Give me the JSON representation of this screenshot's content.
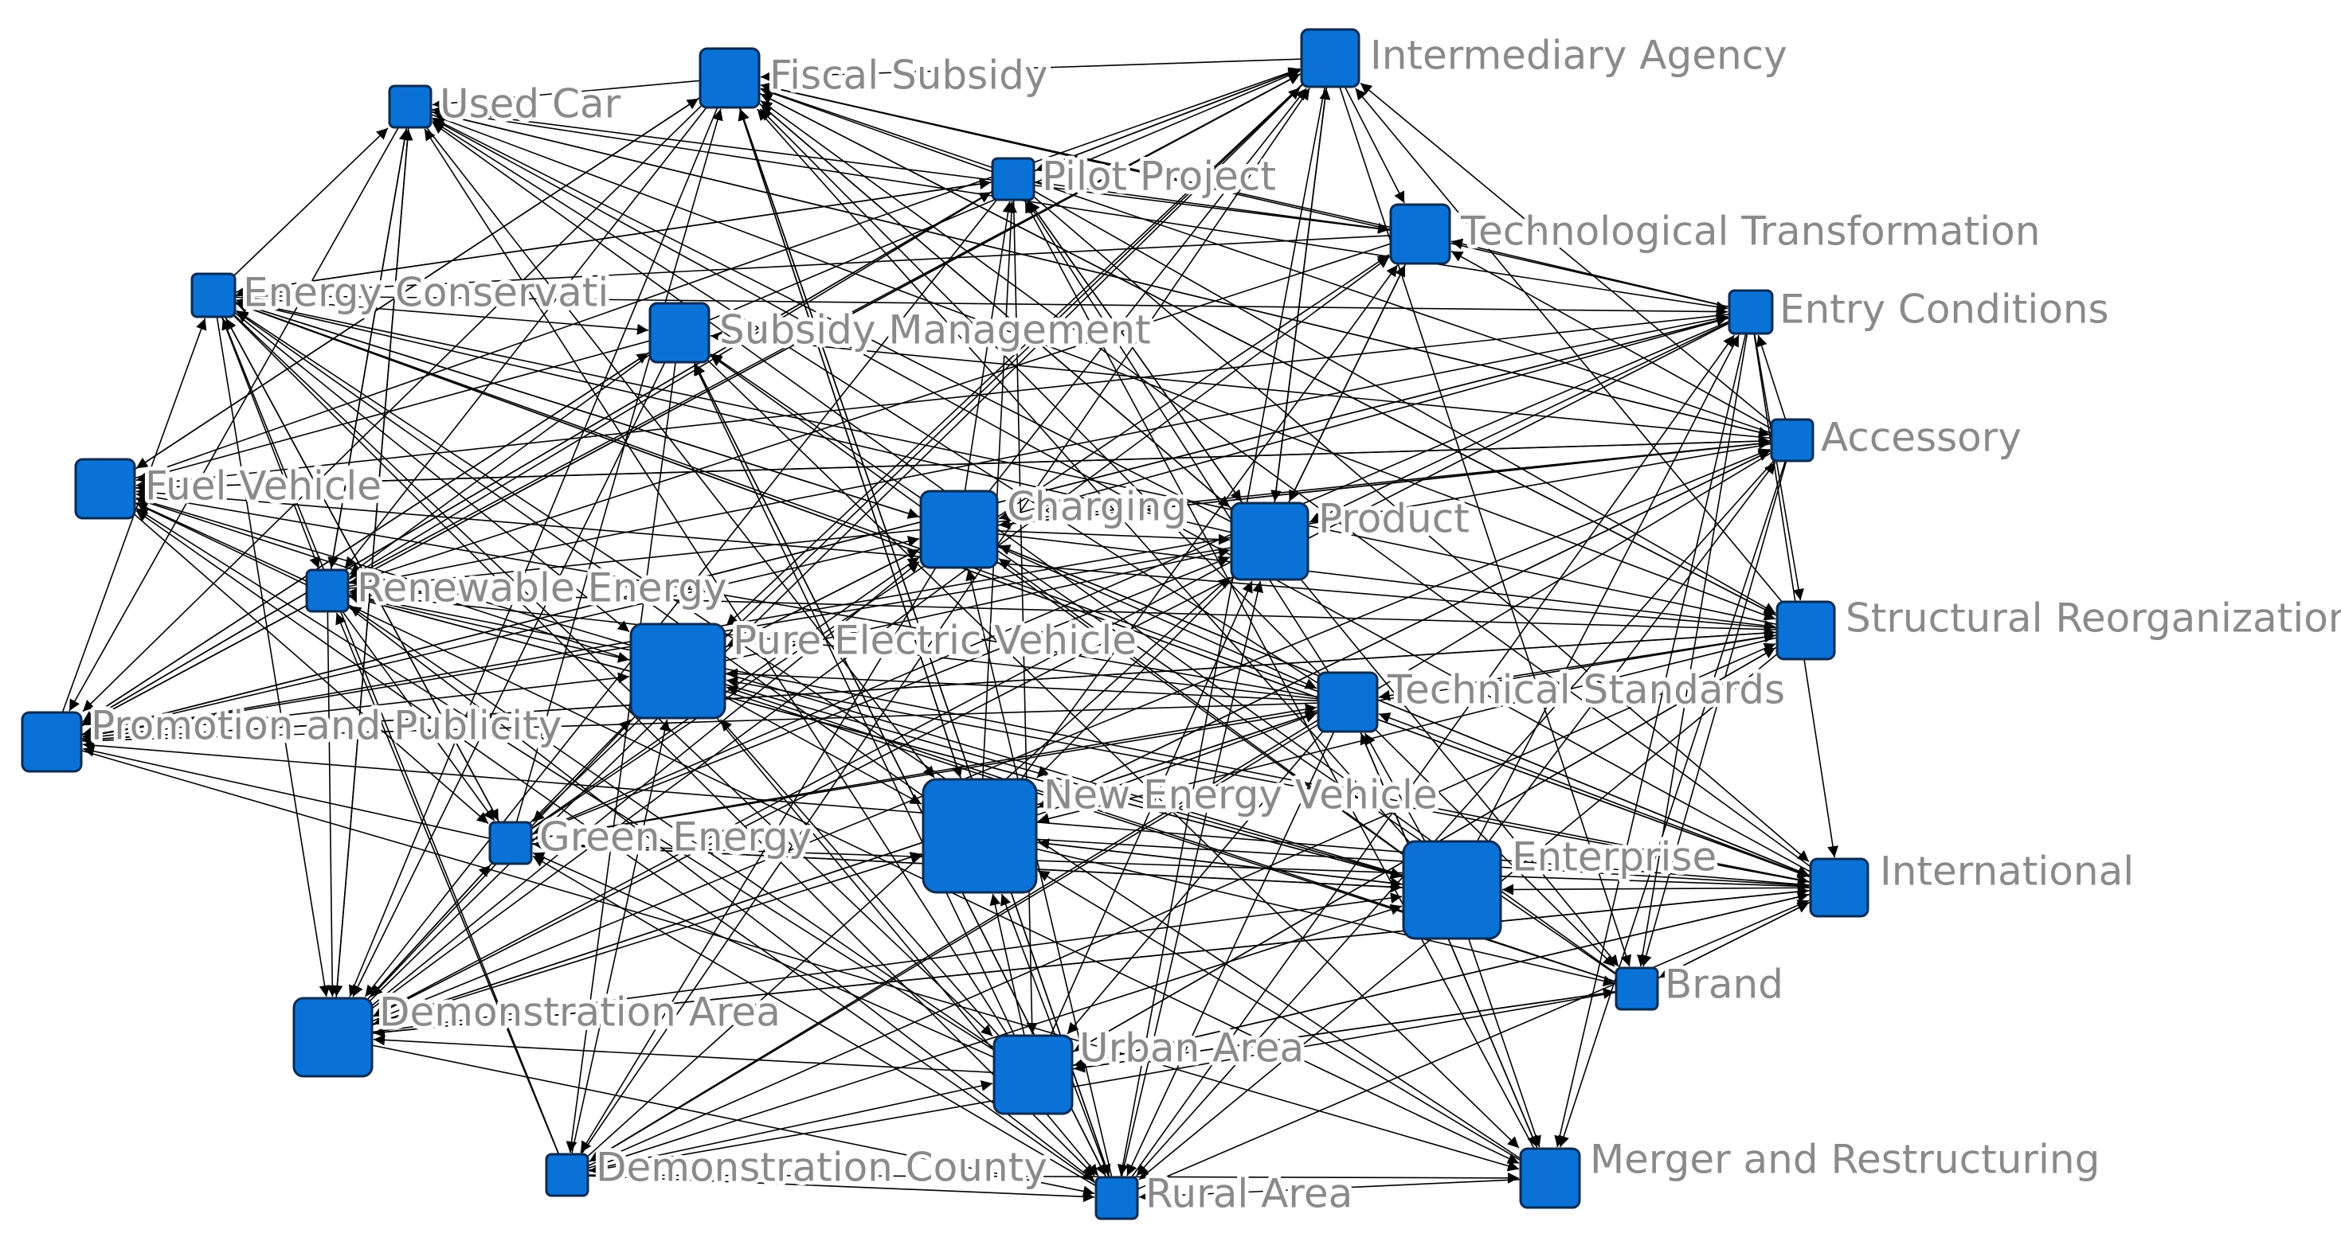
{
  "colors": {
    "node": "#0a72d6",
    "node_border": "#0a2b52",
    "edge": "#000000",
    "label": "#8a8a8a",
    "background": "#ffffff"
  },
  "nodes": [
    {
      "id": "fiscal-subsidy",
      "label": "Fiscal Subsidy"
    },
    {
      "id": "intermediary-agency",
      "label": "Intermediary Agency"
    },
    {
      "id": "used-car",
      "label": "Used Car"
    },
    {
      "id": "pilot-project",
      "label": "Pilot Project"
    },
    {
      "id": "technological-transformation",
      "label": "Technological Transformation"
    },
    {
      "id": "energy-conservati",
      "label": "Energy Conservati"
    },
    {
      "id": "subsidy-management",
      "label": "Subsidy Management"
    },
    {
      "id": "entry-conditions",
      "label": "Entry Conditions"
    },
    {
      "id": "accessory",
      "label": "Accessory"
    },
    {
      "id": "fuel-vehicle",
      "label": "Fuel Vehicle"
    },
    {
      "id": "charging",
      "label": "Charging"
    },
    {
      "id": "product",
      "label": "Product"
    },
    {
      "id": "renewable-energy",
      "label": "Renewable Energy"
    },
    {
      "id": "pure-electric-vehicle",
      "label": "Pure Electric Vehicle"
    },
    {
      "id": "structural-reorganization",
      "label": "Structural Reorganization"
    },
    {
      "id": "technical-standards",
      "label": "Technical Standards"
    },
    {
      "id": "promotion-and-publicity",
      "label": "Promotion and Publicity"
    },
    {
      "id": "new-energy-vehicle",
      "label": "New Energy Vehicle"
    },
    {
      "id": "green-energy",
      "label": "Green Energy"
    },
    {
      "id": "enterprise",
      "label": "Enterprise"
    },
    {
      "id": "international",
      "label": "International"
    },
    {
      "id": "brand",
      "label": "Brand"
    },
    {
      "id": "demonstration-area",
      "label": "Demonstration Area"
    },
    {
      "id": "urban-area",
      "label": "Urban Area"
    },
    {
      "id": "demonstration-county",
      "label": "Demonstration County"
    },
    {
      "id": "rural-area",
      "label": "Rural Area"
    },
    {
      "id": "merger-and-restructuring",
      "label": "Merger and Restructuring"
    }
  ],
  "edges_description": "dense directed network; every node linked to many others with arrowheads"
}
